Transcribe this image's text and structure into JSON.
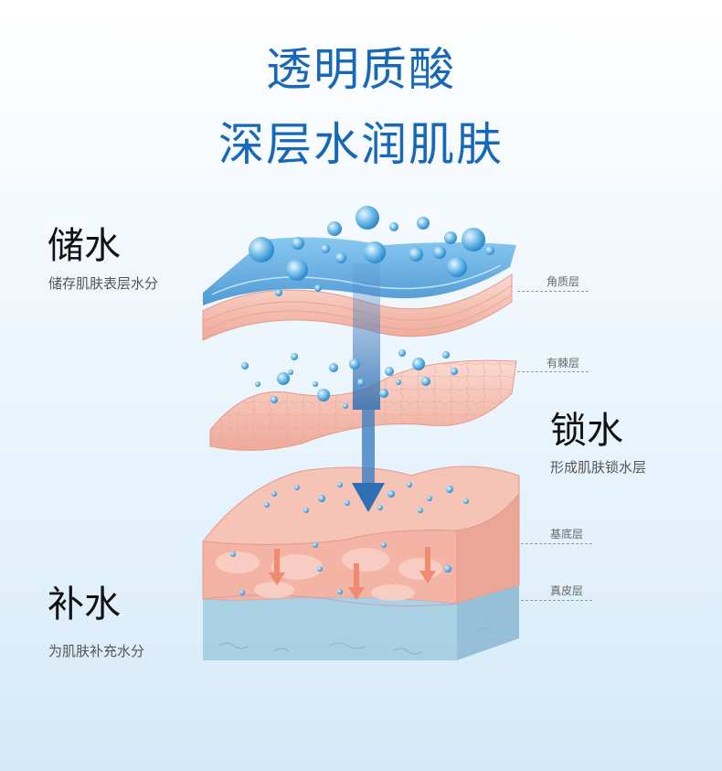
{
  "title": {
    "line1": "透明质酸",
    "line2": "深层水润肌肤"
  },
  "store": {
    "heading": "储水",
    "desc": "储存肌肤表层水分"
  },
  "lock": {
    "heading": "锁水",
    "desc": "形成肌肤锁水层"
  },
  "fill": {
    "heading": "补水",
    "desc": "为肌肤补充水分"
  },
  "layers": {
    "stratum_corneum": "角质层",
    "spinous": "有棘层",
    "basal": "基底层",
    "dermis": "真皮层"
  },
  "colors": {
    "title": "#1768b8",
    "water_blue": "#5aa9dc",
    "skin_pink": "#f4bcb2",
    "arrow_orange": "#f08a70"
  }
}
